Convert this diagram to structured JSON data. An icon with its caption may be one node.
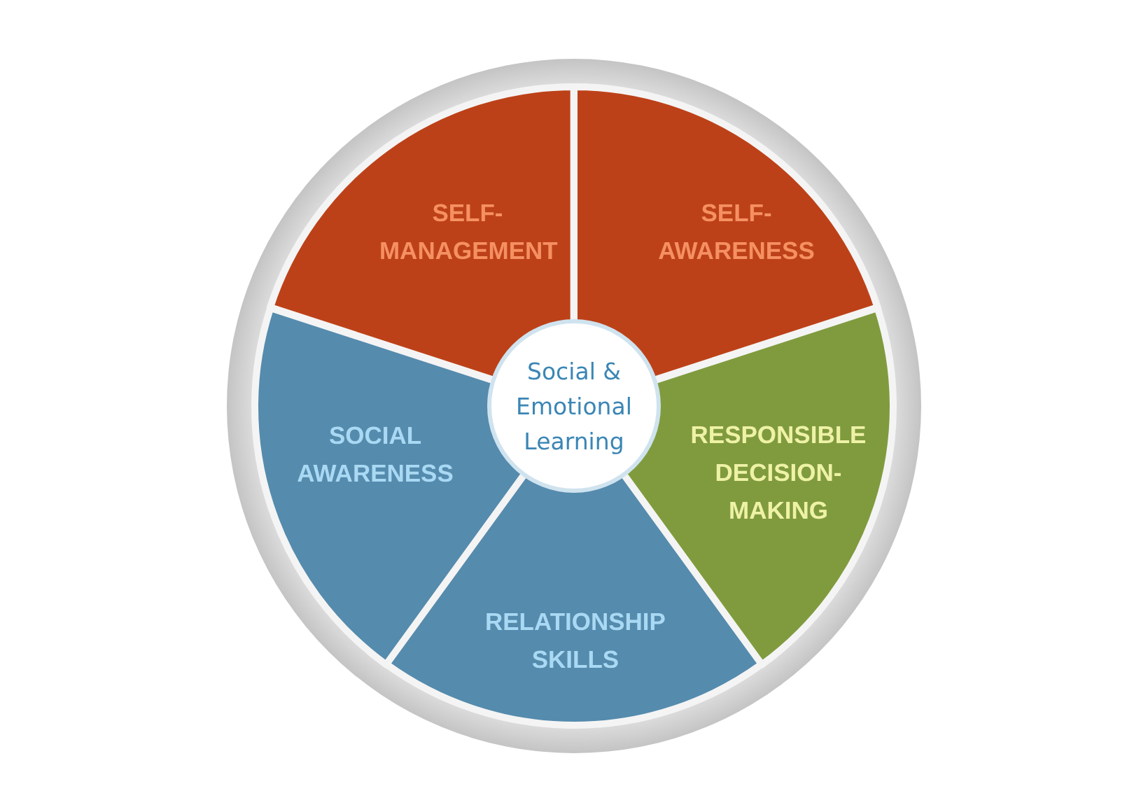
{
  "diagram": {
    "nodes": [
      {
        "text": [
          "SELF-MANAGEMENT"
        ]
      },
      {
        "text": [
          "SELF-AWARENESS"
        ]
      },
      {
        "text": [
          "SOCIAL AWARENESS"
        ]
      },
      {
        "text": [
          "Social & Emotional Learning"
        ]
      },
      {
        "text": [
          "RESPONSIBLE DECISION-MAKING"
        ]
      },
      {
        "text": [
          "RELATIONSHIP SKILLS"
        ]
      }
    ]
  }
}
